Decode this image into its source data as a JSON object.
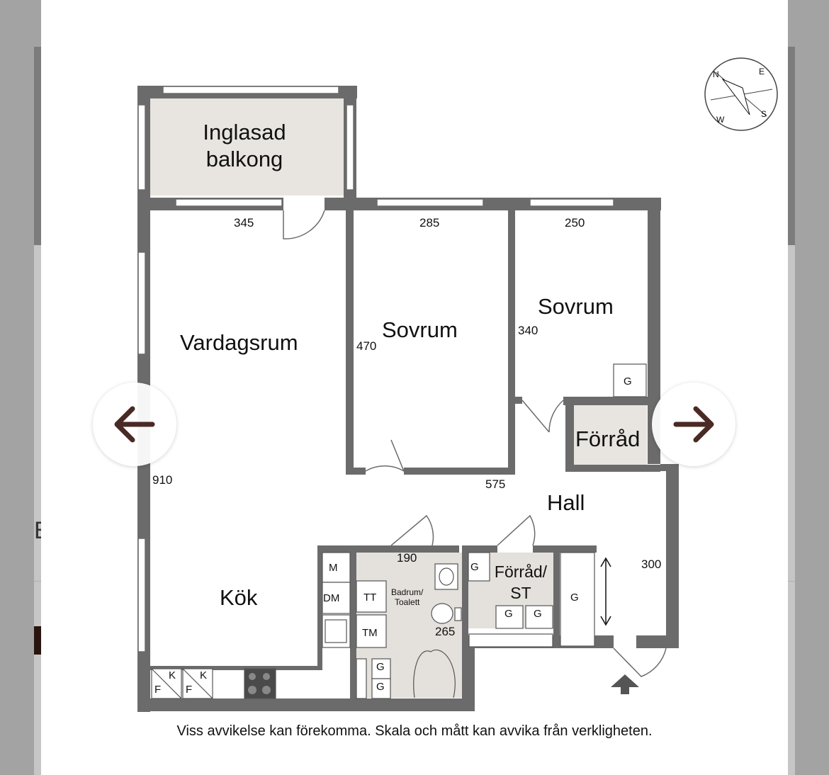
{
  "viewer": {
    "prev_icon": "arrow-left-icon",
    "next_icon": "arrow-right-icon",
    "arrow_color": "#4a2a24"
  },
  "background": {
    "fragment_letter": "E"
  },
  "floorplan": {
    "compass": {
      "n": "N",
      "e": "E",
      "s": "S",
      "w": "W"
    },
    "rooms": {
      "balcony": "Inglasad\nbalkong",
      "living": "Vardagsrum",
      "bedroom1": "Sovrum",
      "bedroom2": "Sovrum",
      "storage_small": "Förråd",
      "hall": "Hall",
      "kitchen": "Kök",
      "bathroom": "Badrum/\nToalett",
      "storage_st": "Förråd/\nST"
    },
    "dimensions": {
      "living_width": "345",
      "bed1_width": "285",
      "bed2_width": "250",
      "bed1_depth": "470",
      "bed2_depth": "340",
      "living_depth": "910",
      "hall_width": "575",
      "bath_width": "190",
      "bath_depth": "265",
      "hall_depth": "300"
    },
    "fixtures": {
      "wardrobe": "G",
      "microwave": "M",
      "dishwasher": "DM",
      "dryer": "TT",
      "washer": "TM",
      "fridge_k": "K",
      "freezer_f": "F"
    },
    "colors": {
      "wall": "#6b6b6b",
      "room_fill": "#e8e4df",
      "bath_fill": "#e4e0db"
    }
  },
  "disclaimer": "Viss avvikelse kan förekomma. Skala och mått kan avvika från verkligheten."
}
